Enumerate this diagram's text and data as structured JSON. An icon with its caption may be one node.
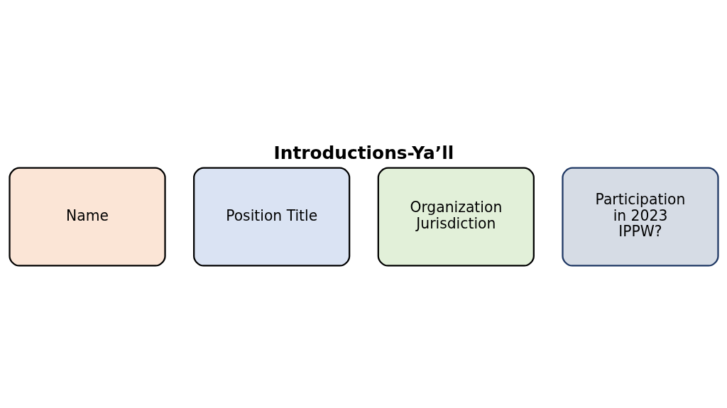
{
  "diagram": {
    "title": "Introductions-Ya’ll",
    "nodes": [
      {
        "text": [
          "Name"
        ]
      },
      {
        "text": [
          "Position Title"
        ]
      },
      {
        "text": [
          "Organization Jurisdiction"
        ]
      },
      {
        "text": [
          "Participation in 2023 IPPW?"
        ]
      }
    ],
    "edges": []
  }
}
